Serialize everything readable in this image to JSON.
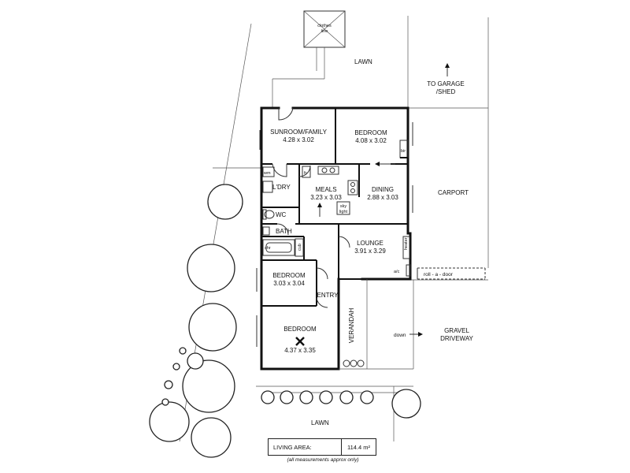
{
  "rooms": {
    "sunroom": {
      "name": "SUNROOM/FAMILY",
      "dims": "4.28 x 3.02"
    },
    "bedroom_top": {
      "name": "BEDROOM",
      "dims": "4.08 x 3.02"
    },
    "laundry": {
      "name": "L'DRY"
    },
    "meals": {
      "name": "MEALS",
      "dims": "3.23 x 3.03"
    },
    "dining": {
      "name": "DINING",
      "dims": "2.88 x 3.03"
    },
    "wc": {
      "name": "WC"
    },
    "bath": {
      "name": "BATH"
    },
    "lounge": {
      "name": "LOUNGE",
      "dims": "3.91 x 3.29"
    },
    "bedroom_mid": {
      "name": "BEDROOM",
      "dims": "3.03 x 3.04"
    },
    "entry": {
      "name": "ENTRY"
    },
    "bedroom_bottom": {
      "name": "BEDROOM",
      "dims": "4.37 x 3.35"
    },
    "verandah": {
      "name": "VERANDAH"
    }
  },
  "fixtures": {
    "wm": "wm",
    "fr": "fr",
    "bir": "bir",
    "shr": "shr",
    "cub": "cub",
    "heater": "heater",
    "ac": "a/c",
    "sky_light": [
      "sky",
      "light"
    ]
  },
  "site": {
    "clothes_line": [
      "clothes",
      "line"
    ],
    "lawn_top": "LAWN",
    "to_garage": [
      "TO GARAGE",
      "/SHED"
    ],
    "carport": "CARPORT",
    "roll_a_door": "roll - a - door",
    "down": "down",
    "gravel_driveway": [
      "GRAVEL",
      "DRIVEWAY"
    ],
    "lawn_bottom": "LAWN"
  },
  "legend": {
    "label": "LIVING AREA:",
    "value": "114.4 m²",
    "note": "(all measurements approx only)"
  }
}
